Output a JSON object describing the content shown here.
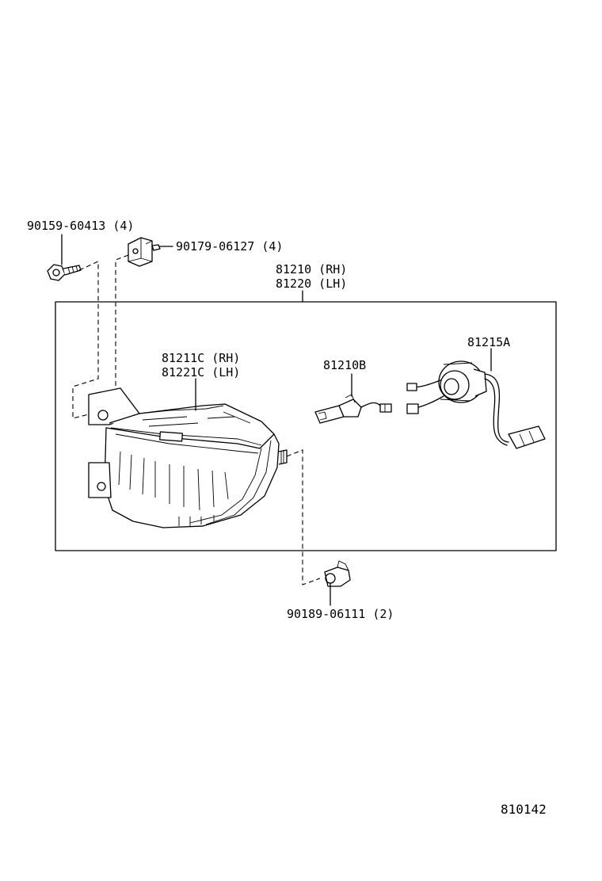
{
  "labels": {
    "screw": "90159-60413 (4)",
    "nut": "90179-06127 (4)",
    "assy_rh": "81210 (RH)",
    "assy_lh": "81220 (LH)",
    "lens_rh": "81211C (RH)",
    "lens_lh": "81221C (LH)",
    "bulb": "81210B",
    "socket": "81215A",
    "clip": "90189-06111 (2)",
    "figure_no": "810142"
  }
}
